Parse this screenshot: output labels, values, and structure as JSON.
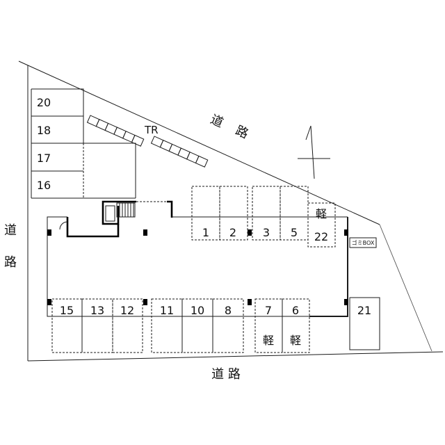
{
  "roads": {
    "north": [
      "道",
      "路"
    ],
    "west": [
      "道",
      "路"
    ],
    "south": "道 路"
  },
  "labels": {
    "transformer": "TR",
    "garbage_box": "ゴミBOX"
  },
  "parking": {
    "west": [
      "20",
      "18",
      "17",
      "16"
    ],
    "north": [
      "1",
      "2",
      "3",
      "5"
    ],
    "north_kei": {
      "type": "軽",
      "number": "22"
    },
    "south": [
      "15",
      "13",
      "12",
      "11",
      "10",
      "8"
    ],
    "south_kei": [
      {
        "number": "7",
        "type": "軽"
      },
      {
        "number": "6",
        "type": "軽"
      }
    ],
    "east": "21"
  }
}
